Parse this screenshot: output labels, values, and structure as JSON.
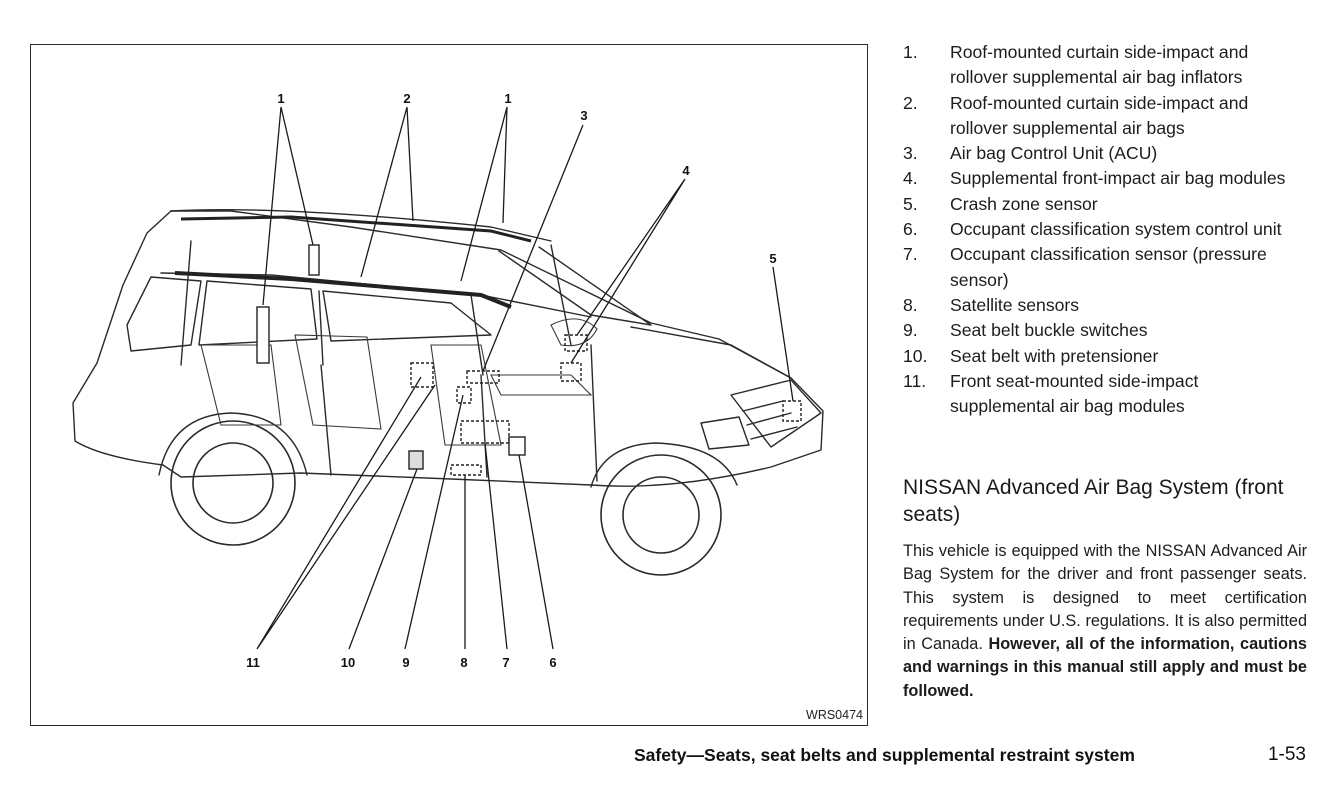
{
  "figure": {
    "code": "WRS0474",
    "callouts": [
      "1",
      "2",
      "1",
      "3",
      "4",
      "5",
      "11",
      "10",
      "9",
      "8",
      "7",
      "6"
    ]
  },
  "items": [
    {
      "num": "1.",
      "text": "Roof-mounted curtain side-impact and rollover supplemental air bag inflators"
    },
    {
      "num": "2.",
      "text": "Roof-mounted curtain side-impact and rollover supplemental air bags"
    },
    {
      "num": "3.",
      "text": "Air bag Control Unit (ACU)"
    },
    {
      "num": "4.",
      "text": "Supplemental front-impact air bag modules"
    },
    {
      "num": "5.",
      "text": "Crash zone sensor"
    },
    {
      "num": "6.",
      "text": "Occupant classification system control unit"
    },
    {
      "num": "7.",
      "text": "Occupant classification sensor (pressure sensor)"
    },
    {
      "num": "8.",
      "text": "Satellite sensors"
    },
    {
      "num": "9.",
      "text": "Seat belt buckle switches"
    },
    {
      "num": "10.",
      "text": "Seat belt with pretensioner"
    },
    {
      "num": "11.",
      "text": "Front seat-mounted side-impact supplemental air bag modules"
    }
  ],
  "section": {
    "title": "NISSAN Advanced Air Bag System (front seats)",
    "body_plain": "This vehicle is equipped with the NISSAN Advanced Air Bag System for the driver and front passenger seats. This system is designed to meet certification requirements under U.S. regulations. It is also permitted in Canada.",
    "body_bold": "However, all of the information, cautions and warnings in this manual still apply and must be followed."
  },
  "footer": {
    "title": "Safety—Seats, seat belts and supplemental restraint system",
    "page": "1-53"
  }
}
